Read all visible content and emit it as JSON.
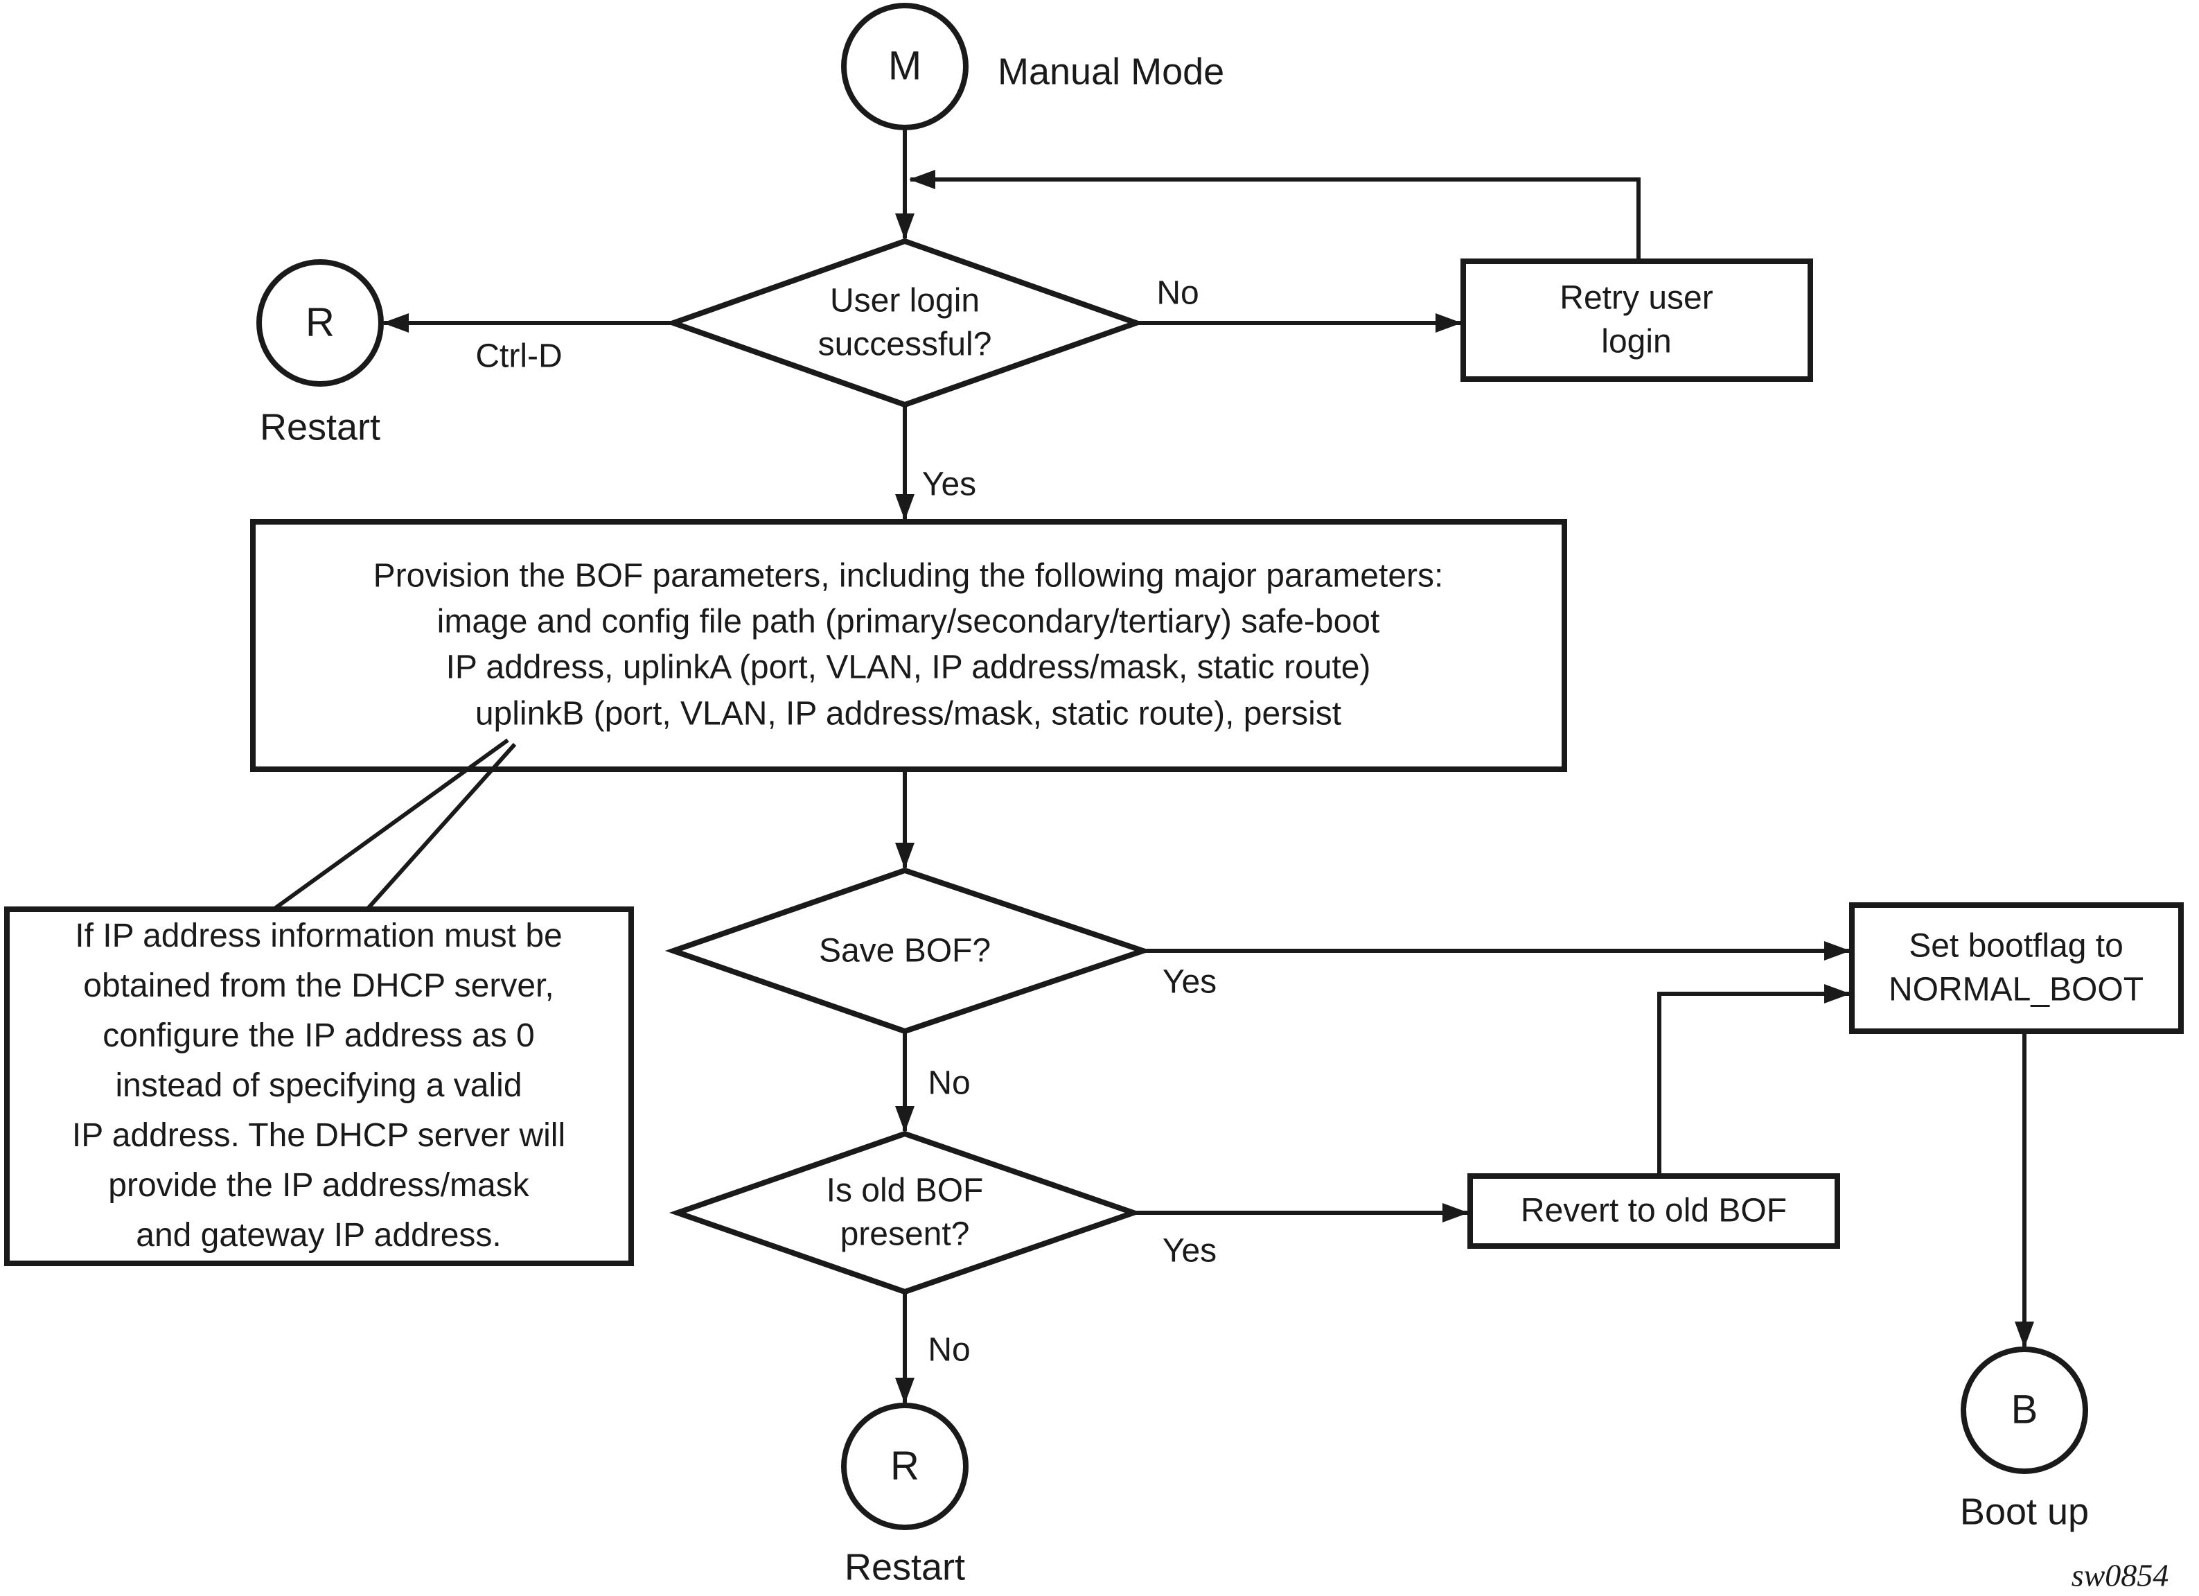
{
  "nodes": {
    "manual_mode": {
      "letter": "M",
      "label": "Manual Mode"
    },
    "login_decision": {
      "label": "User login\nsuccessful?"
    },
    "retry_login": {
      "label": "Retry user\nlogin"
    },
    "restart_top": {
      "letter": "R",
      "label": "Restart"
    },
    "provision_bof": {
      "label": "Provision the BOF parameters, including the following major parameters:\nimage and config file path (primary/secondary/tertiary) safe-boot\nIP address, uplinkA (port, VLAN, IP address/mask, static route)\nuplinkB (port, VLAN, IP address/mask, static route), persist"
    },
    "save_bof_decision": {
      "label": "Save BOF?"
    },
    "set_bootflag": {
      "label": "Set bootflag to\nNORMAL_BOOT"
    },
    "old_bof_decision": {
      "label": "Is old BOF\npresent?"
    },
    "revert_old_bof": {
      "label": "Revert to old BOF"
    },
    "restart_bottom": {
      "letter": "R",
      "label": "Restart"
    },
    "boot_up": {
      "letter": "B",
      "label": "Boot up"
    },
    "dhcp_note": {
      "label": "If IP address information must be\nobtained from the DHCP server,\nconfigure the IP address as 0\ninstead of specifying a valid\nIP address. The DHCP server will\nprovide the IP address/mask\nand gateway IP address."
    }
  },
  "edge_labels": {
    "login_no": "No",
    "login_ctrl_d": "Ctrl-D",
    "login_yes": "Yes",
    "save_yes": "Yes",
    "save_no": "No",
    "old_bof_yes": "Yes",
    "old_bof_no": "No"
  },
  "figure_id": "sw0854",
  "colors": {
    "ink": "#1a1a1a",
    "background": "#ffffff"
  }
}
